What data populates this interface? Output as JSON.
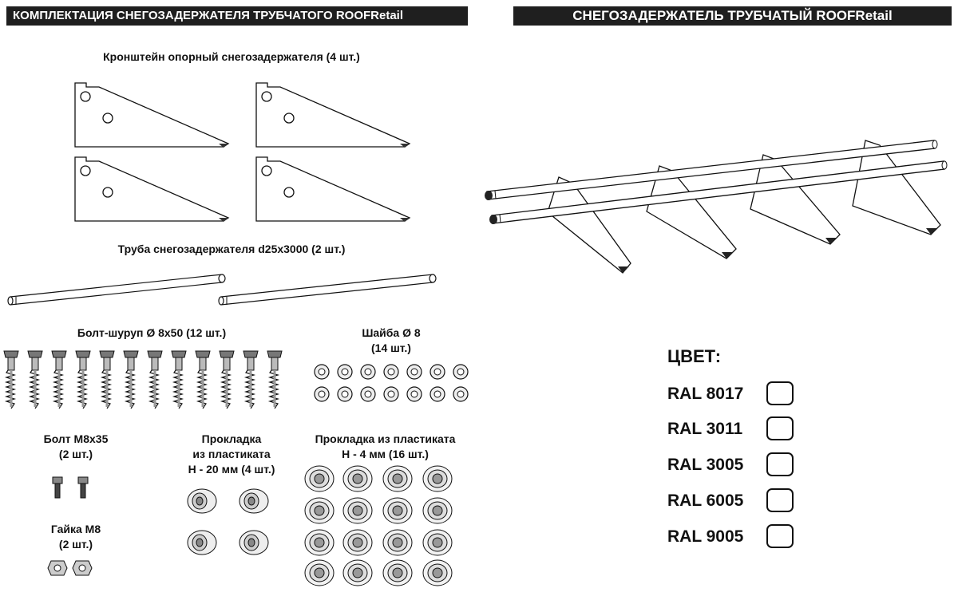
{
  "left_banner": "КОМПЛЕКТАЦИЯ СНЕГОЗАДЕРЖАТЕЛЯ ТРУБЧАТОГО ROOFRetail",
  "right_banner": "СНЕГОЗАДЕРЖАТЕЛЬ ТРУБЧАТЫЙ ROOFRetail",
  "parts": {
    "bracket": "Кронштейн опорный снегозадержателя (4 шт.)",
    "pipe": "Труба снегозадержателя d25х3000 (2 шт.)",
    "screw_bolt": "Болт-шуруп Ø 8х50 (12 шт.)",
    "washer_line1": "Шайба Ø 8",
    "washer_line2": "(14 шт.)",
    "bolt_line1": "Болт М8х35",
    "bolt_line2": "(2 шт.)",
    "nut_line1": "Гайка М8",
    "nut_line2": "(2 шт.)",
    "gasket20_line1": "Прокладка",
    "gasket20_line2": "из пластиката",
    "gasket20_line3": "Н - 20 мм (4 шт.)",
    "gasket4_line1": "Прокладка из пластиката",
    "gasket4_line2": "Н - 4 мм (16 шт.)"
  },
  "color_section": {
    "title": "ЦВЕТ:",
    "options": [
      "RAL 8017",
      "RAL 3011",
      "RAL 3005",
      "RAL 6005",
      "RAL 9005"
    ]
  }
}
